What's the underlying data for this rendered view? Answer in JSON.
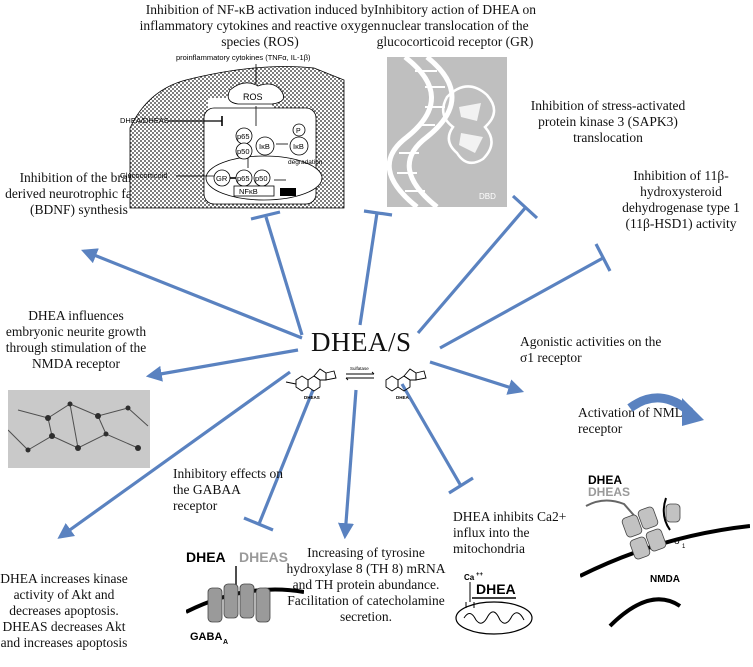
{
  "center": {
    "label": "DHEA/S"
  },
  "colors": {
    "arrow": "#5a82c0",
    "text": "#111111",
    "ros_fill": "#3a3a3a",
    "gr_bg": "#bfbfbf"
  },
  "labels": {
    "nfkb_title": "Inhibition of  NF-κB  activation induced by inflammatory cytokines and reactive oxygen species (ROS)",
    "gr_title": "Inhibitory action of DHEA on nuclear translocation of the glucocorticoid receptor (GR)",
    "sapk3": "Inhibition of stress-activated protein kinase 3 (SAPK3) translocation",
    "hsd1": "Inhibition of 11β-hydroxysteroid dehydrogenase type 1 (11β-HSD1) activity",
    "bdnf": "Inhibition of the brain derived neurotrophic factor (BDNF) synthesis",
    "nmda_growth": "DHEA influences embryonic neurite growth through stimulation of the NMDA receptor",
    "sigma": "Agonistic activities on  the σ1 receptor",
    "nmda_act": "Activation of NMDA receptor",
    "gabaa": "Inhibitory effects on the GABAA receptor",
    "tyrosine": "Increasing of tyrosine hydroxylase 8 (TH 8) mRNA and TH protein abundance. Facilitation of catecholamine secretion.",
    "ca2": "DHEA inhibits Ca2+ influx into the mitochondria",
    "akt": "DHEA increases kinase activity of Akt and decreases apoptosis. DHEAS decreases Akt and increases apoptosis"
  },
  "nfkb_figure": {
    "cytokines": "proinflammatory cytokines (TNFα, IL-1β)",
    "ros": "ROS",
    "dhea_dheas": "DHEA/DHEAS",
    "glucocorticoid": "Glucocorticoid",
    "p65": "p65",
    "p50": "p50",
    "ikb": "IκB",
    "p": "P",
    "degradation": "degradation",
    "gr": "GR",
    "nfkb": "NFκB"
  },
  "gr_figure": {
    "dbd": "DBD"
  },
  "molecule": {
    "left_name": "DHEAS",
    "right_name": "DHEA",
    "enzyme": "Sulfatase"
  },
  "gabaa_figure": {
    "dhea": "DHEA",
    "dheas": "DHEAS",
    "gaba": "GABA",
    "gaba_sub": "A"
  },
  "ca_figure": {
    "ca": "Ca",
    "charge": "++",
    "dhea": "DHEA"
  },
  "nmda_figure": {
    "dhea": "DHEA",
    "dheas": "DHEAS",
    "sigma": "σ",
    "sigma_sub": "1",
    "nmda": "NMDA"
  }
}
